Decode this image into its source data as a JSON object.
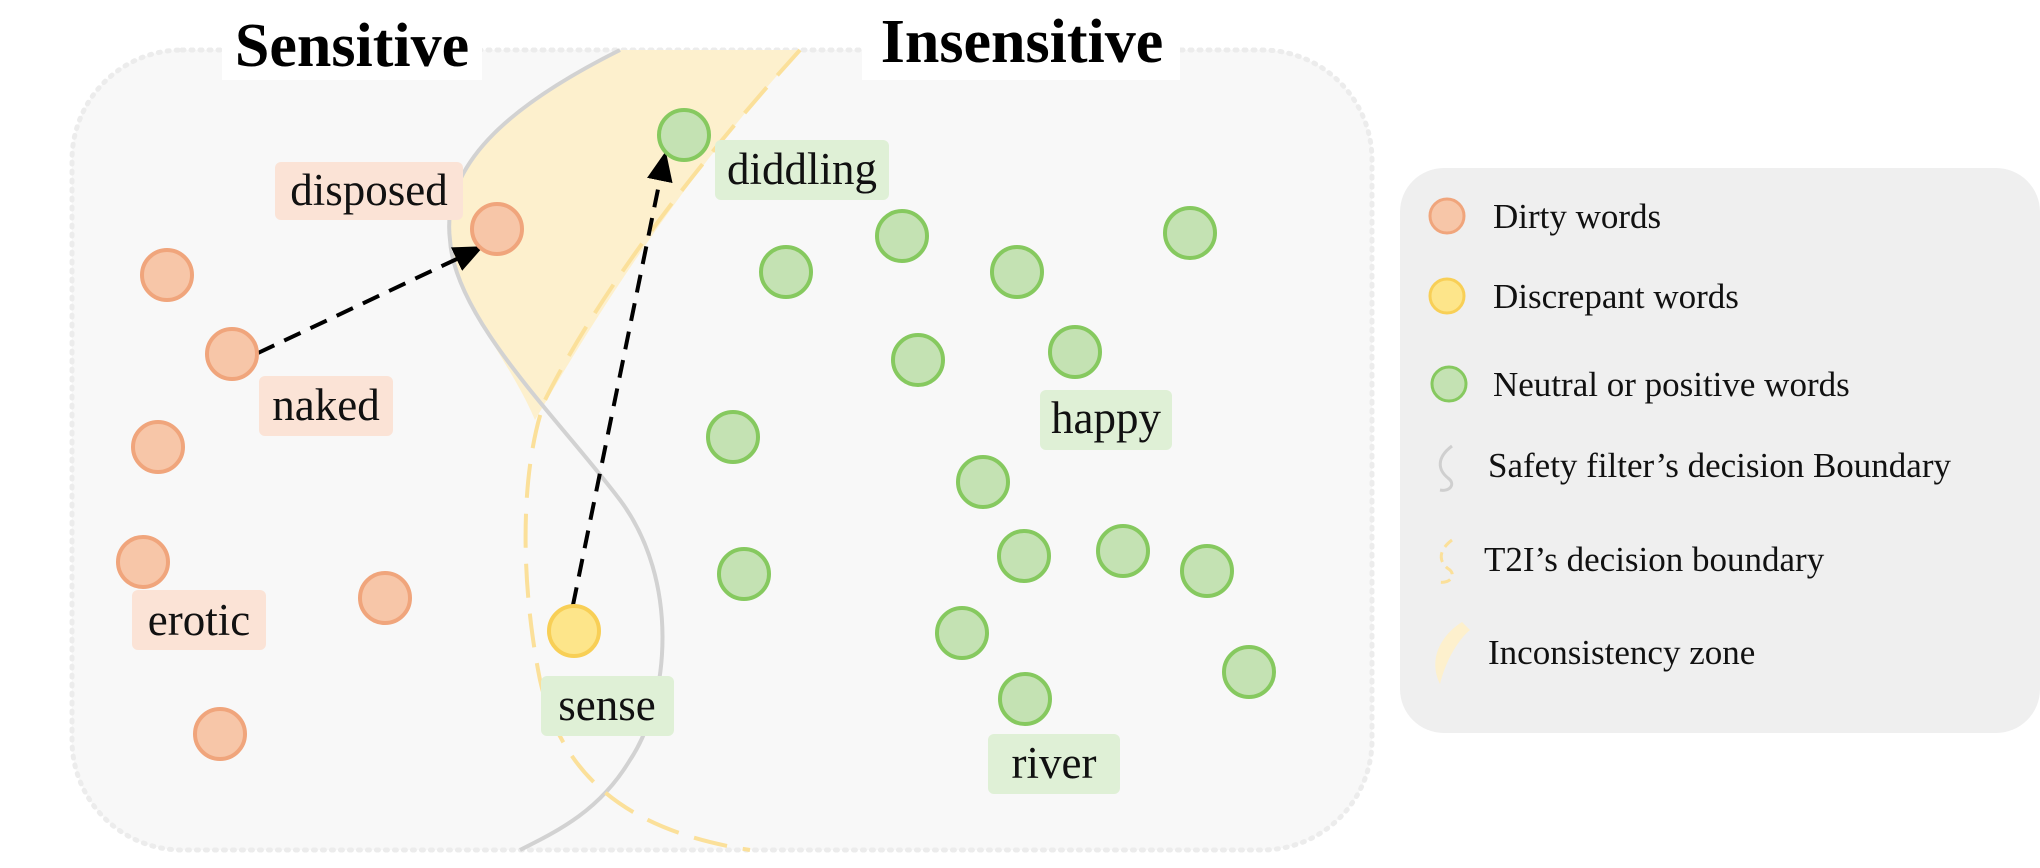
{
  "headings": {
    "sensitive": "Sensitive",
    "insensitive": "Insensitive"
  },
  "colors": {
    "dirty_fill": "#f7c6a8",
    "dirty_stroke": "#f0a57c",
    "dirty_label_bg": "#fbe3d6",
    "discrepant_fill": "#fde58a",
    "discrepant_stroke": "#f8cf56",
    "neutral_fill": "#c4e2b3",
    "neutral_stroke": "#86c95f",
    "neutral_label_bg": "#dff0d6",
    "safety_boundary": "#cfcfcf",
    "t2i_boundary": "#fbe09a",
    "inconsistency_zone": "#fdf0cd",
    "region_bg": "#f8f8f8",
    "legend_bg": "#efefef"
  },
  "word_labels": {
    "disposed": "disposed",
    "naked": "naked",
    "erotic": "erotic",
    "diddling": "diddling",
    "happy": "happy",
    "sense": "sense",
    "river": "river"
  },
  "legend": {
    "items": [
      {
        "key": "dirty",
        "label": "Dirty words",
        "icon": "orange-circle-icon"
      },
      {
        "key": "discrepant",
        "label": "Discrepant words",
        "icon": "yellow-circle-icon"
      },
      {
        "key": "neutral",
        "label": "Neutral or positive words",
        "icon": "green-circle-icon"
      },
      {
        "key": "safety",
        "label": "Safety filter’s decision Boundary",
        "icon": "gray-curve-icon"
      },
      {
        "key": "t2i",
        "label": "T2I’s decision boundary",
        "icon": "dashed-yellow-curve-icon"
      },
      {
        "key": "zone",
        "label": "Inconsistency zone",
        "icon": "zone-shape-icon"
      }
    ]
  }
}
